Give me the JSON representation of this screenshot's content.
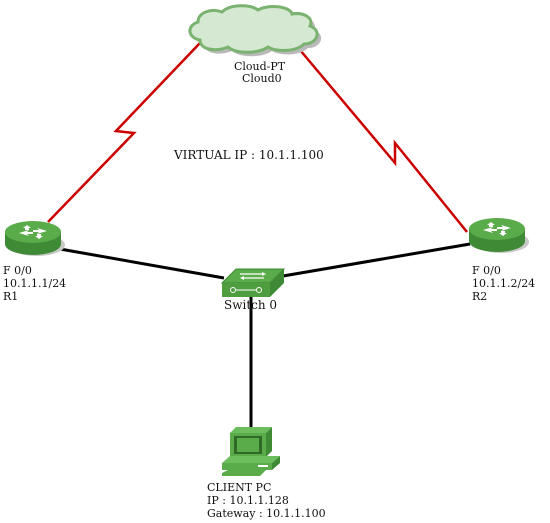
{
  "cloud": {
    "type_label": "Cloud-PT",
    "name_label": "Cloud0"
  },
  "virtual_ip_label": "VIRTUAL IP : 10.1.1.100",
  "switch": {
    "name_label": "Switch 0"
  },
  "router_left": {
    "interface_label": "F 0/0",
    "ip_label": "10.1.1.1/24",
    "name_label": "R1"
  },
  "router_right": {
    "interface_label": "F 0/0",
    "ip_label": "10.1.1.2/24",
    "name_label": "R2"
  },
  "client": {
    "name_label": "CLIENT PC",
    "ip_label": "IP : 10.1.1.128",
    "gateway_label": "Gateway : 10.1.1.100"
  },
  "colors": {
    "device_green": "#5aab4a",
    "device_dark_green": "#3f8a35",
    "cloud_fill": "#d4e8d2",
    "cloud_stroke": "#7ab36f",
    "serial_link": "#cc0000",
    "ethernet_link": "#000000"
  },
  "icons": {
    "cloud": "cloud-icon",
    "router": "router-icon",
    "switch": "switch-icon",
    "pc": "pc-icon"
  }
}
